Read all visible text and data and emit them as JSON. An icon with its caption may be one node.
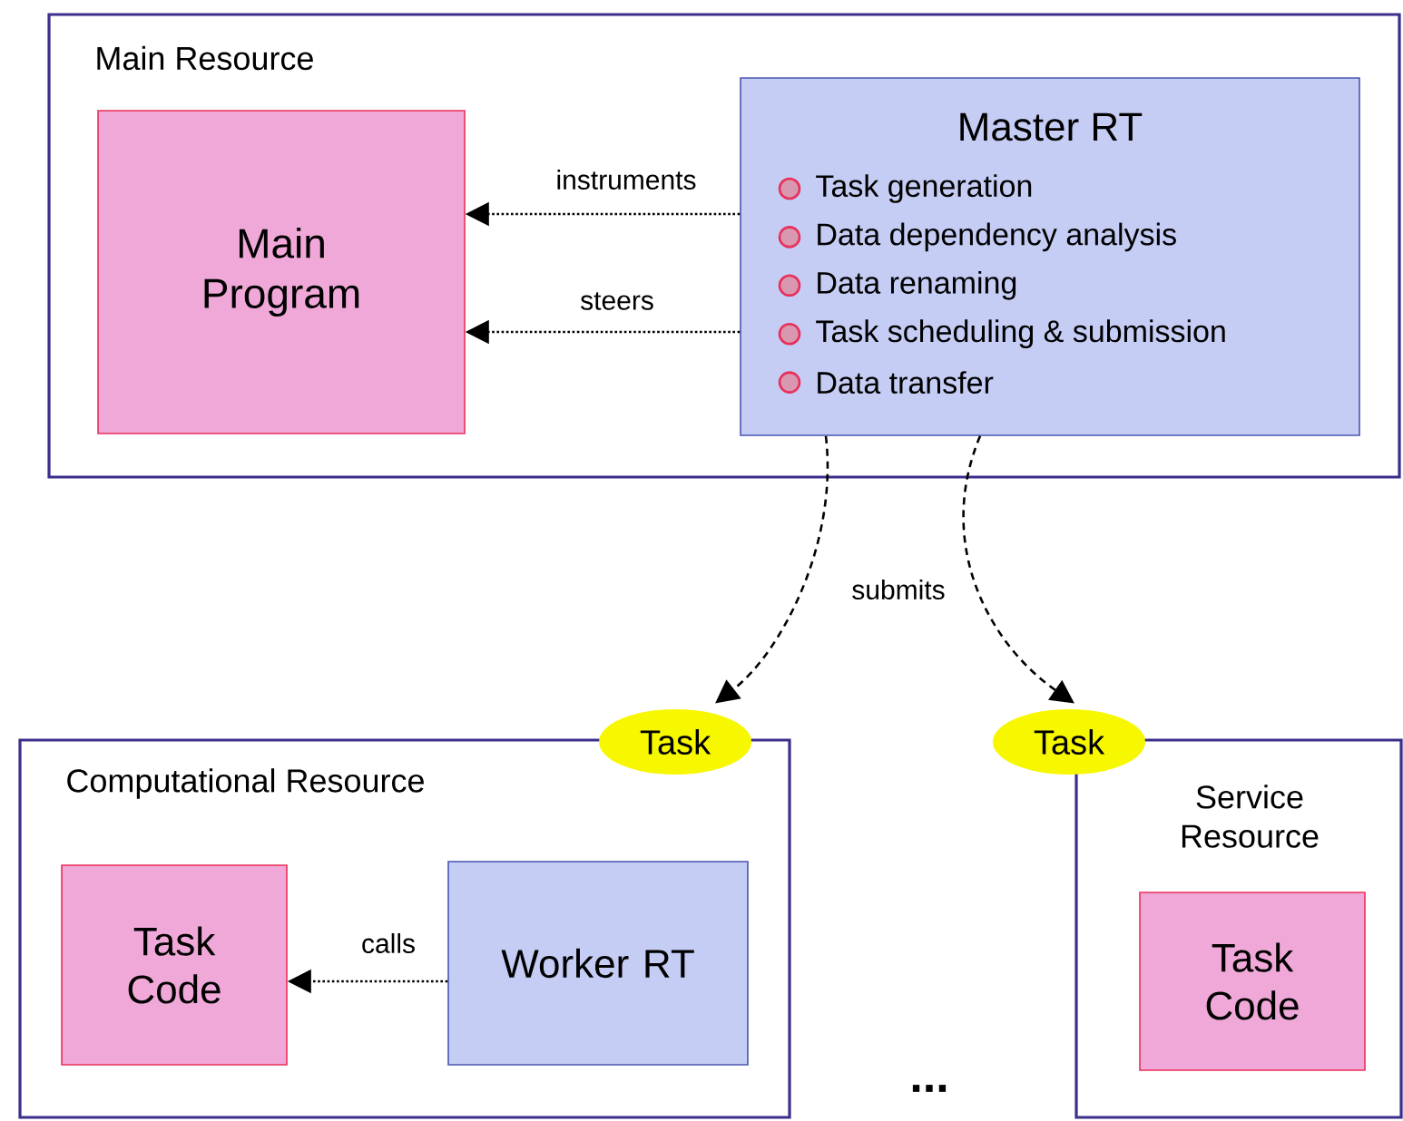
{
  "diagram": {
    "nodes": [
      {
        "text": [
          "Main Resource"
        ]
      },
      {
        "text": [
          "Main Program"
        ],
        "in": 0
      },
      {
        "text": [
          "Master RT",
          "Task generation",
          "Data dependency analysis",
          "Data renaming",
          "Task scheduling & submission",
          "Data transfer"
        ],
        "in": 0
      },
      {
        "text": [
          "Computational Resource"
        ]
      },
      {
        "text": [
          "Task Code"
        ],
        "in": 3
      },
      {
        "text": [
          "Worker RT"
        ],
        "in": 3
      },
      {
        "text": [
          "Service Resource"
        ]
      },
      {
        "text": [
          "Task Code"
        ],
        "in": 6
      },
      {
        "text": [
          "Task"
        ]
      },
      {
        "text": [
          "Task"
        ]
      }
    ],
    "edges": [
      {
        "from": 2,
        "to": 1,
        "arrow": "to",
        "label": "instruments"
      },
      {
        "from": 2,
        "to": 1,
        "arrow": "to",
        "label": "steers"
      },
      {
        "from": 2,
        "to": 8,
        "arrow": "to",
        "label": "submits",
        "style": "dashed"
      },
      {
        "from": 2,
        "to": 9,
        "arrow": "to",
        "style": "dashed"
      },
      {
        "from": 5,
        "to": 4,
        "arrow": "to",
        "label": "calls"
      }
    ],
    "labels": [
      "..."
    ]
  }
}
